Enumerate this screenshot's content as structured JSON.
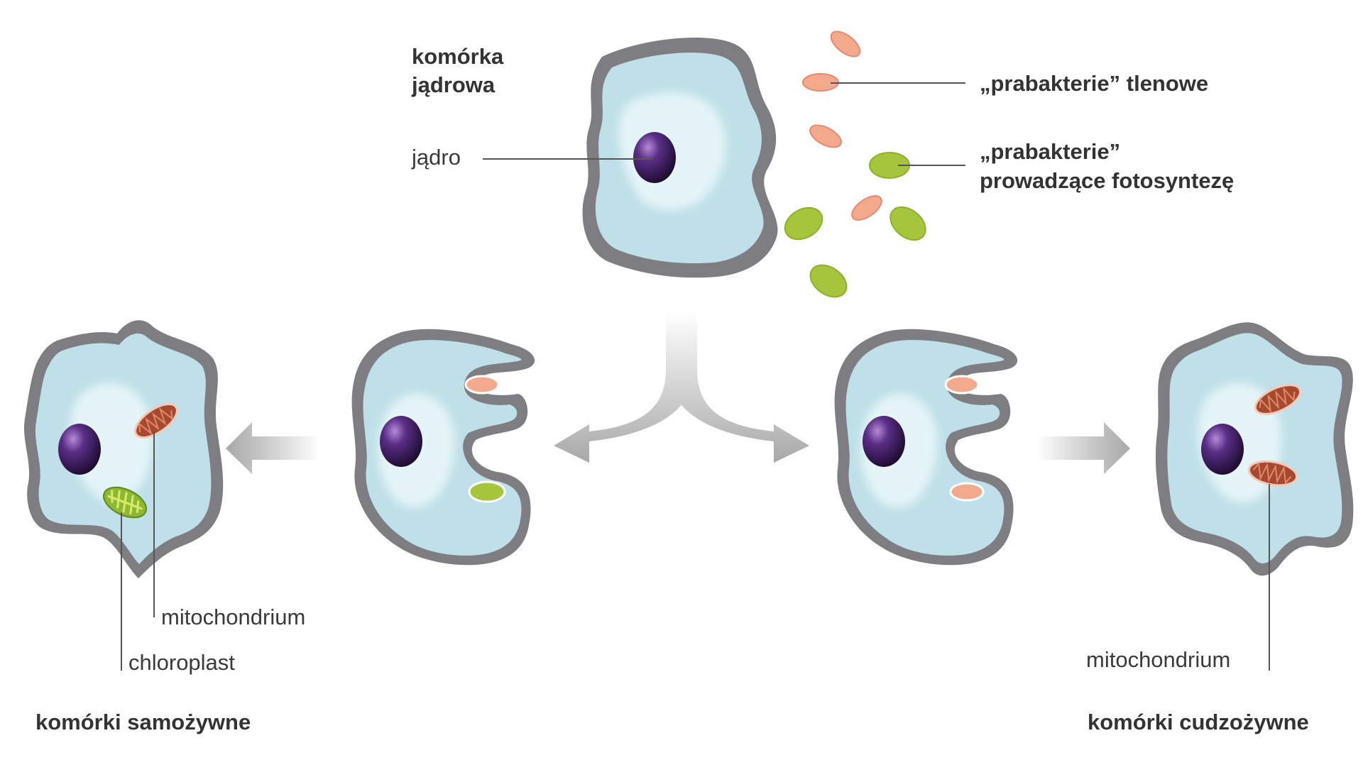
{
  "labels": {
    "nuclear_cell_line1": "komórka",
    "nuclear_cell_line2": "jądrowa",
    "nucleus": "jądro",
    "aerobic_bacteria": "„prabakterie” tlenowe",
    "photosynthetic_bacteria_line1": "„prabakterie”",
    "photosynthetic_bacteria_line2": "prowadzące fotosyntezę",
    "mitochondrion_left": "mitochondrium",
    "chloroplast": "chloroplast",
    "mitochondrion_right": "mitochondrium",
    "autotrophic_cells": "komórki samożywne",
    "heterotrophic_cells": "komórki cudzożywne"
  },
  "colors": {
    "cell_membrane": "#7d7d80",
    "cytoplasm": "#bfe0e8",
    "cytoplasm_light": "#e2f3f6",
    "nucleus": "#2a1440",
    "aerobic_bacterium": "#f2a98c",
    "photosynthetic_bacterium": "#a5c63c",
    "mitochondrion": "#a64a2f",
    "chloroplast": "#8cb833",
    "arrow": "#b0b0b0"
  }
}
